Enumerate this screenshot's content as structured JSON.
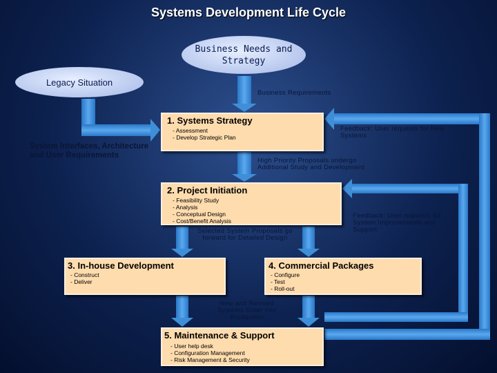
{
  "title": "Systems Development Life Cycle",
  "colors": {
    "background": "#0d2250",
    "arrow": "#3e8fd8",
    "box_fill": "#ffdcae",
    "oval_fill": "#c6d4f2"
  },
  "ovals": {
    "business": "Business Needs and Strategy",
    "legacy": "Legacy Situation"
  },
  "labels": {
    "system_interfaces": "System Interfaces, Architecture and User Requirements",
    "business_requirements": "Business Requirements",
    "feedback_new": "Feedback: User requests for New Systems",
    "high_priority": "High Priority Proposals undergo Additional Study and Development",
    "feedback_improvements": "Feedback: User requests for System Improvements and Support",
    "selected_proposals": "Selected System Proposals go forward for Detailed Design",
    "new_revised": "New and Revised Systems Enter into Production"
  },
  "steps": [
    {
      "title": "1. Systems Strategy",
      "items": [
        "- Assessment",
        "- Develop Strategic Plan"
      ]
    },
    {
      "title": "2. Project Initiation",
      "items": [
        "- Feasibility Study",
        "- Analysis",
        "- Conceptual Design",
        "- Cost/Benefit Analysis"
      ]
    },
    {
      "title": "3. In-house Development",
      "items": [
        "- Construct",
        "- Deliver"
      ]
    },
    {
      "title": "4. Commercial Packages",
      "items": [
        "- Configure",
        "- Test",
        "- Roll-out"
      ]
    },
    {
      "title": "5. Maintenance & Support",
      "items": [
        "- User help desk",
        "- Configuration Management",
        "- Risk Management & Security"
      ]
    }
  ]
}
